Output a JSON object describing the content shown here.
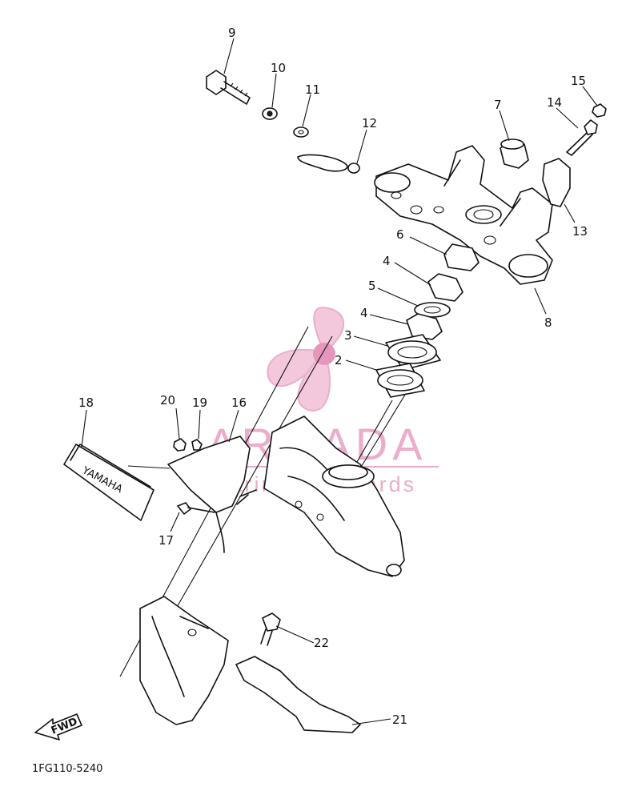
{
  "diagram": {
    "callouts": [
      "9",
      "10",
      "11",
      "12",
      "7",
      "14",
      "15",
      "13",
      "6",
      "4",
      "5",
      "4",
      "8",
      "3",
      "2",
      "18",
      "20",
      "19",
      "16",
      "17",
      "22",
      "21"
    ],
    "fwd_label": "FWD",
    "part_code": "1FG110-5240",
    "emblem_text": "YAMAHA"
  },
  "watermark": {
    "title": "ARMADA",
    "subtitle": "marine outboards",
    "color": "#e9a5c6"
  }
}
